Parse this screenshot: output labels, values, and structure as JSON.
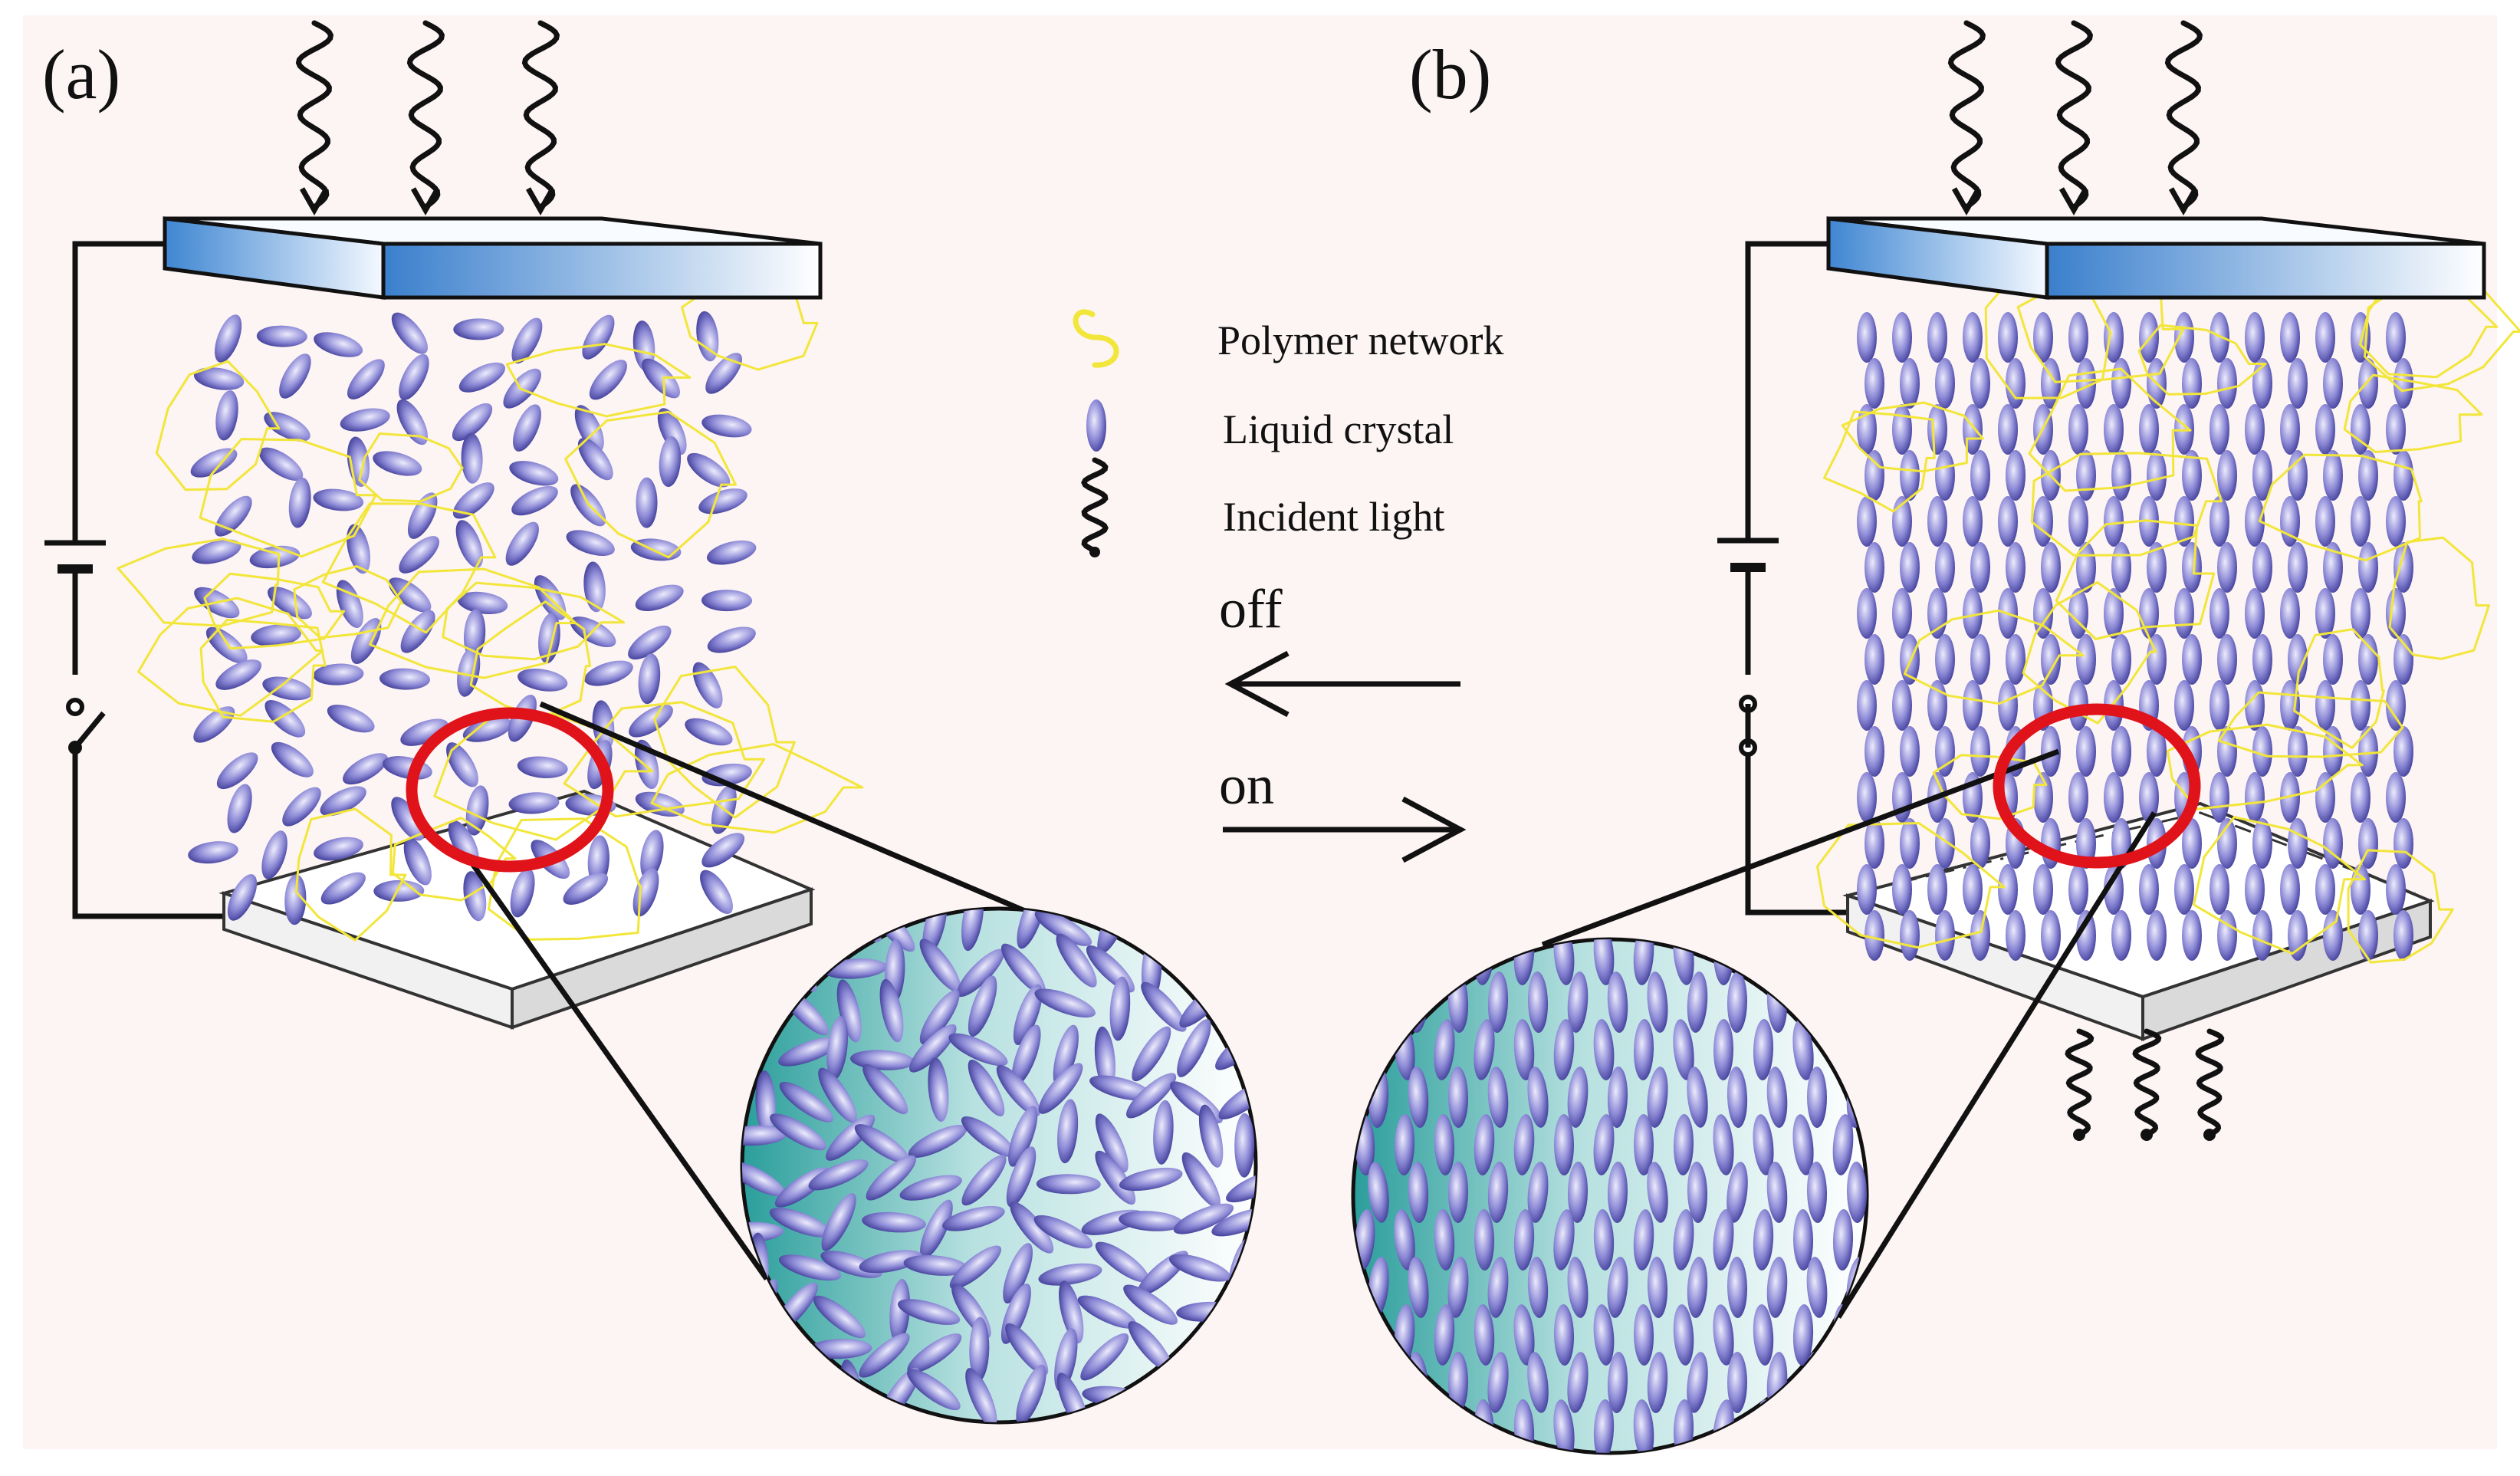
{
  "panels": {
    "a": "(a)",
    "b": "(b)"
  },
  "legend": {
    "polymer": "Polymer network",
    "liquid_crystal": "Liquid crystal",
    "light": "Incident light"
  },
  "states": {
    "off": "off",
    "on": "on"
  },
  "colors": {
    "background": "#fdf4f4",
    "polymer": "#f2e63a",
    "lc_dark": "#3c3a9a",
    "lc_light": "#e8e6fb",
    "zoom_ring": "#e0121a",
    "magnifier_teal": "#2aa7a4",
    "glass_blue": "#4a90d8"
  }
}
